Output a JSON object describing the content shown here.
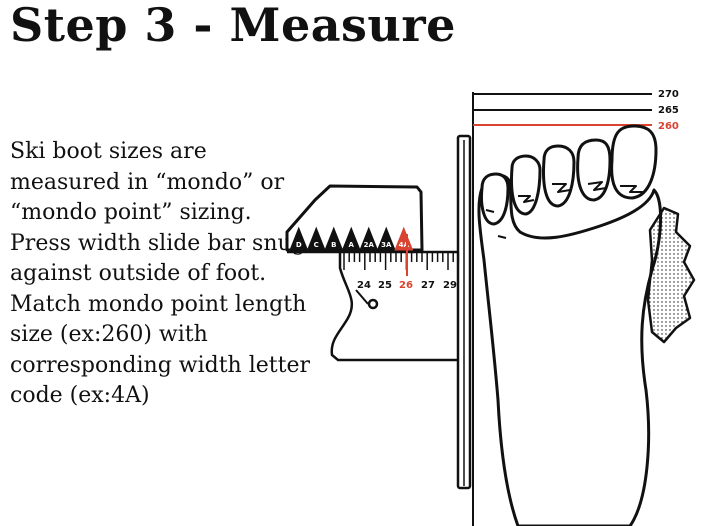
{
  "title": "Step 3 - Measure",
  "description": "Ski boot sizes are measured in “mondo” or “mondo point” sizing. Press width slide bar snug against outside of foot. Match mondo point length size (ex:260) with corresponding width letter code (ex:4A)",
  "colors": {
    "ink": "#111111",
    "accent": "#d9432f"
  },
  "diagram": {
    "length_marks": [
      {
        "label": "270",
        "highlight": false
      },
      {
        "label": "265",
        "highlight": false
      },
      {
        "label": "260",
        "highlight": true
      }
    ],
    "width_codes": [
      {
        "label": "D",
        "highlight": false
      },
      {
        "label": "C",
        "highlight": false
      },
      {
        "label": "B",
        "highlight": false
      },
      {
        "label": "A",
        "highlight": false
      },
      {
        "label": "2A",
        "highlight": false
      },
      {
        "label": "3A",
        "highlight": false
      },
      {
        "label": "4A",
        "highlight": true
      }
    ],
    "scale_numbers": [
      {
        "label": "24",
        "highlight": false
      },
      {
        "label": "25",
        "highlight": false
      },
      {
        "label": "26",
        "highlight": true
      },
      {
        "label": "27",
        "highlight": false
      },
      {
        "label": "29",
        "highlight": false
      }
    ]
  }
}
